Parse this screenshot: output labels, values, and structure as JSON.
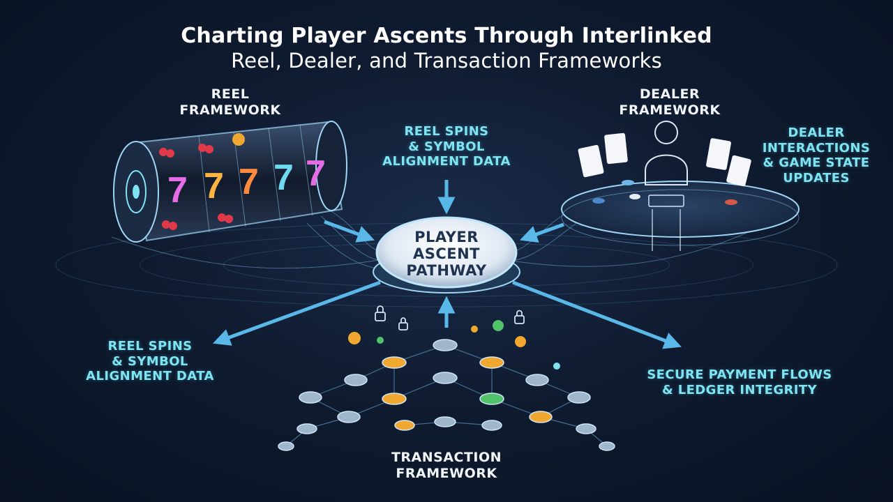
{
  "title": {
    "line1": "Charting Player Ascents Through Interlinked",
    "line2": "Reel, Dealer, and Transaction Frameworks"
  },
  "reel_framework": {
    "label_line1": "REEL",
    "label_line2": "FRAMEWORK"
  },
  "dealer_framework": {
    "label_line1": "DEALER",
    "label_line2": "FRAMEWORK"
  },
  "transaction_framework": {
    "label_line1": "TRANSACTION",
    "label_line2": "FRAMEWORK"
  },
  "hub": {
    "line1": "PLAYER",
    "line2": "ASCENT",
    "line3": "PATHWAY"
  },
  "flows": {
    "reel_to_hub": {
      "line1": "REEL SPINS",
      "line2": "& SYMBOL",
      "line3": "ALIGNMENT DATA"
    },
    "dealer_to_hub": {
      "line1": "DEALER",
      "line2": "INTERACTIONS",
      "line3": "& GAME STATE",
      "line4": "UPDATES"
    },
    "hub_to_left": {
      "line1": "REEL SPINS",
      "line2": "& SYMBOL",
      "line3": "ALIGNMENT DATA"
    },
    "hub_to_right": {
      "line1": "SECURE PAYMENT FLOWS",
      "line2": "& LEDGER INTEGRITY"
    }
  },
  "reel_symbols": [
    "7",
    "7",
    "7",
    "7",
    "7"
  ],
  "colors": {
    "accent_cyan": "#7fe3f2",
    "arrow_blue": "#5ab8e8",
    "background": "#0f1b30"
  }
}
